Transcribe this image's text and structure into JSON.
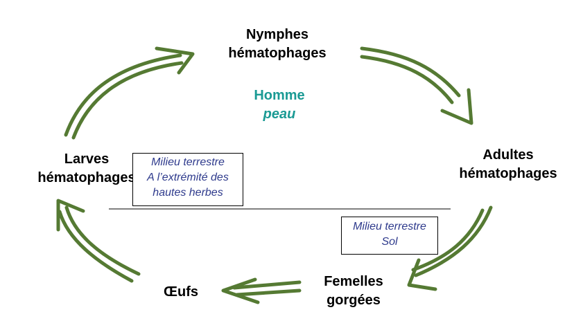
{
  "stages": {
    "nymphes": [
      "Nymphes",
      "hématophages"
    ],
    "adultes": [
      "Adultes",
      "hématophages"
    ],
    "femelles": [
      "Femelles",
      "gorgées"
    ],
    "oeufs": [
      "Œufs"
    ],
    "larves": [
      "Larves",
      "hématophages"
    ]
  },
  "host": {
    "name": "Homme",
    "site": "peau"
  },
  "milieu_herbes": [
    "Milieu terrestre",
    "A l’extrémité des",
    "hautes herbes"
  ],
  "milieu_sol": [
    "Milieu terrestre",
    "Sol"
  ],
  "colors": {
    "arrow": "#557a33",
    "host": "#1a9a94",
    "box_text": "#2e3a8c"
  }
}
